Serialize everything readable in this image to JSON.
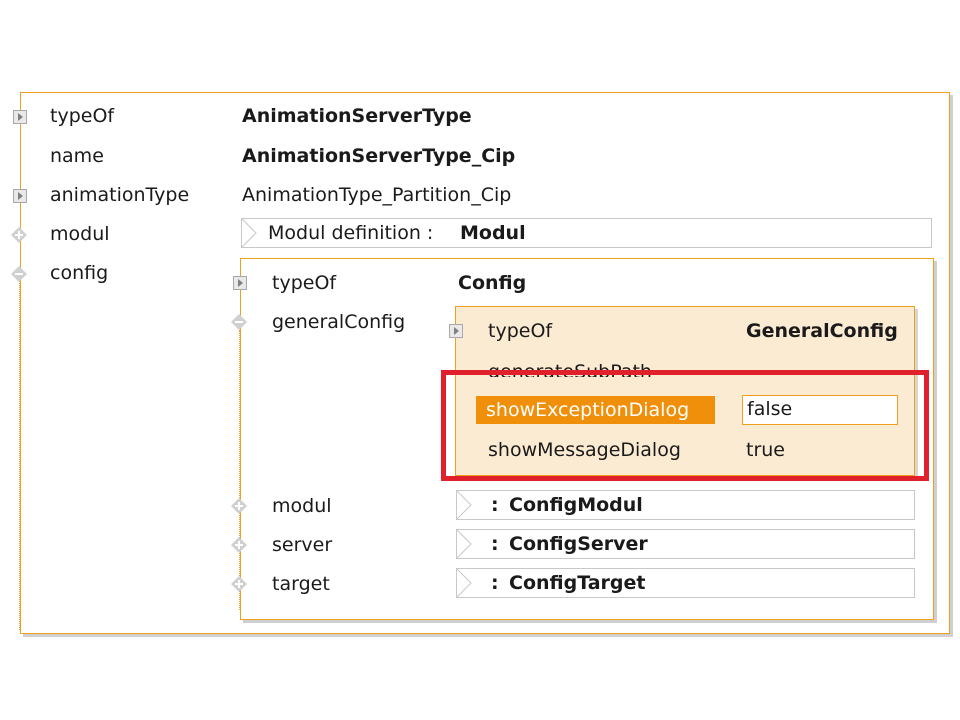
{
  "outer": {
    "rows": [
      {
        "label": "typeOf",
        "value": "AnimationServerType",
        "bold": true
      },
      {
        "label": "name",
        "value": "AnimationServerType_Cip",
        "bold": true
      },
      {
        "label": "animationType",
        "value": "AnimationType_Partition_Cip",
        "bold": false
      },
      {
        "label": "modul",
        "ref_prefix": "Modul definition :",
        "ref_type": "Modul"
      },
      {
        "label": "config"
      }
    ]
  },
  "config": {
    "rows": [
      {
        "label": "typeOf",
        "value": "Config"
      },
      {
        "label": "generalConfig"
      },
      {
        "label": "modul",
        "ref_prefix": ":",
        "ref_type": "ConfigModul"
      },
      {
        "label": "server",
        "ref_prefix": ":",
        "ref_type": "ConfigServer"
      },
      {
        "label": "target",
        "ref_prefix": ":",
        "ref_type": "ConfigTarget"
      }
    ]
  },
  "general": {
    "typeOf_label": "typeOf",
    "typeOf_value": "GeneralConfig",
    "partial_label": "generateSubPath",
    "showException_label": "showExceptionDialog",
    "showException_value": "false",
    "showMessage_label": "showMessageDialog",
    "showMessage_value": "true"
  },
  "colors": {
    "accent": "#f0a020",
    "highlight": "#f0900a",
    "annotation": "#e0202a",
    "general_bg": "#fcebd3"
  }
}
